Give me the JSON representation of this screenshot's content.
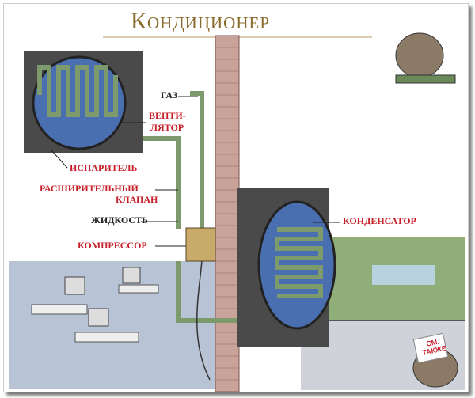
{
  "title": "Кондиционер",
  "labels": {
    "gas": "ГАЗ",
    "fan_line1": "ВЕНТИ-",
    "fan_line2": "ЛЯТОР",
    "evaporator": "ИСПАРИТЕЛЬ",
    "valve_line1": "РАСШИРИТЕЛЬНЫЙ",
    "valve_line2": "КЛАПАН",
    "liquid": "ЖИДКОСТЬ",
    "compressor": "КОМПРЕССОР",
    "condenser": "КОНДЕНСАТОР"
  },
  "sign": {
    "line1": "СМ.",
    "line2": "ТАКЖЕ"
  },
  "colors": {
    "title": "#8a6a2a",
    "label_red": "#c8202a",
    "pipe": "#7c9a6c",
    "fan": "#4a6fb0",
    "brick": "#c9a29a"
  }
}
